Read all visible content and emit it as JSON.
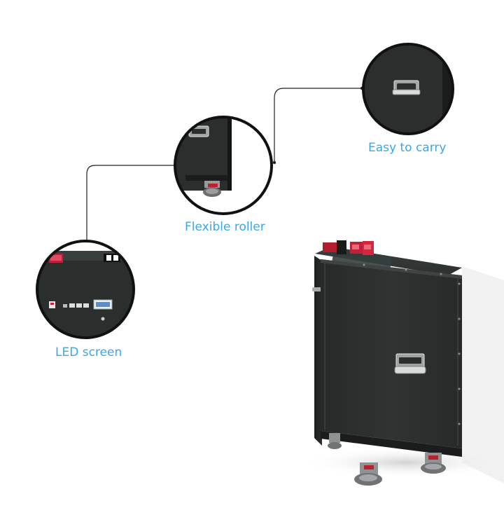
{
  "callouts": {
    "easy_to_carry": {
      "label": "Easy to carry",
      "icon": "handle-closeup"
    },
    "flexible_roller": {
      "label": "Flexible roller",
      "icon": "roller-closeup"
    },
    "led_screen": {
      "label": "LED screen",
      "icon": "panel-closeup"
    }
  },
  "colors": {
    "label": "#3aa7e6",
    "cabinet": "#2b2f2e",
    "cabinet_dark": "#1c1f1e",
    "outline": "#111111",
    "terminal_red": "#c2203a"
  }
}
